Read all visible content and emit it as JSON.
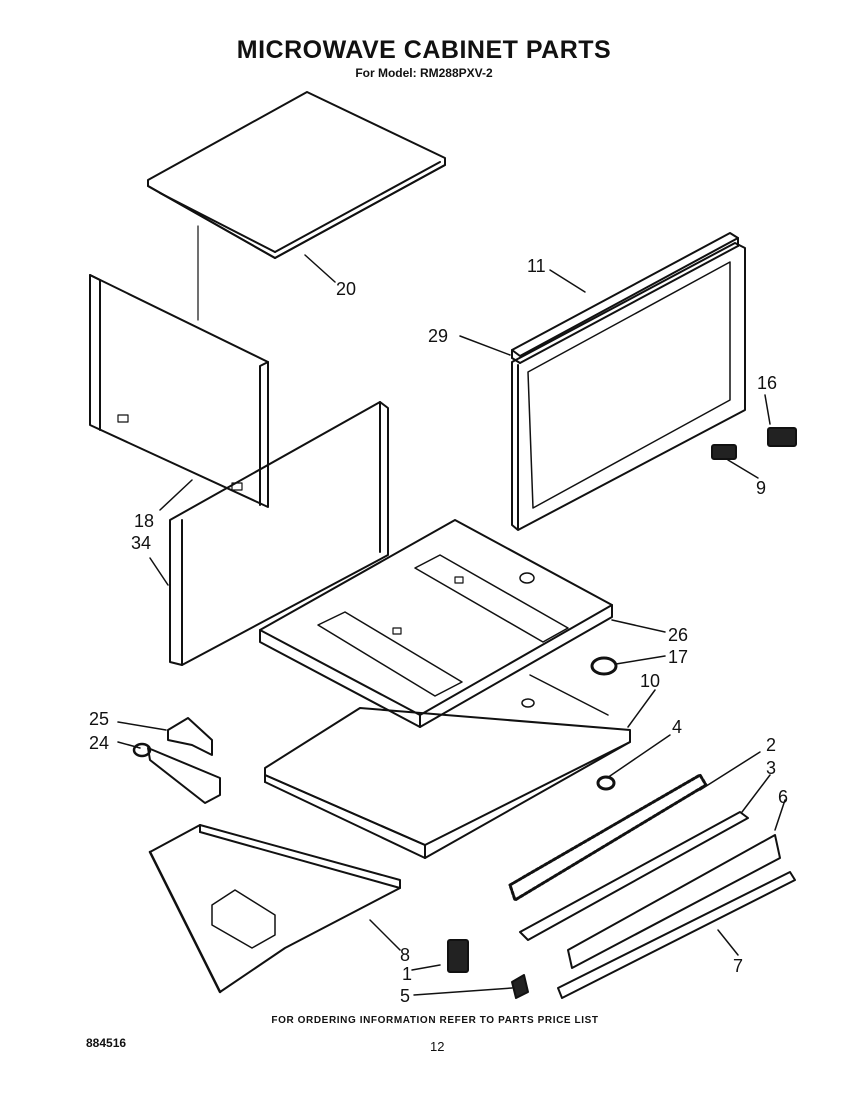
{
  "header": {
    "title": "MICROWAVE CABINET PARTS",
    "subtitle": "For Model: RM288PXV-2"
  },
  "callouts": [
    "20",
    "11",
    "29",
    "16",
    "9",
    "18",
    "34",
    "26",
    "17",
    "10",
    "25",
    "24",
    "4",
    "2",
    "3",
    "6",
    "8",
    "1",
    "5",
    "7"
  ],
  "footer": {
    "note": "FOR ORDERING INFORMATION REFER TO PARTS PRICE LIST",
    "doc_number": "884516",
    "page_number": "12"
  }
}
